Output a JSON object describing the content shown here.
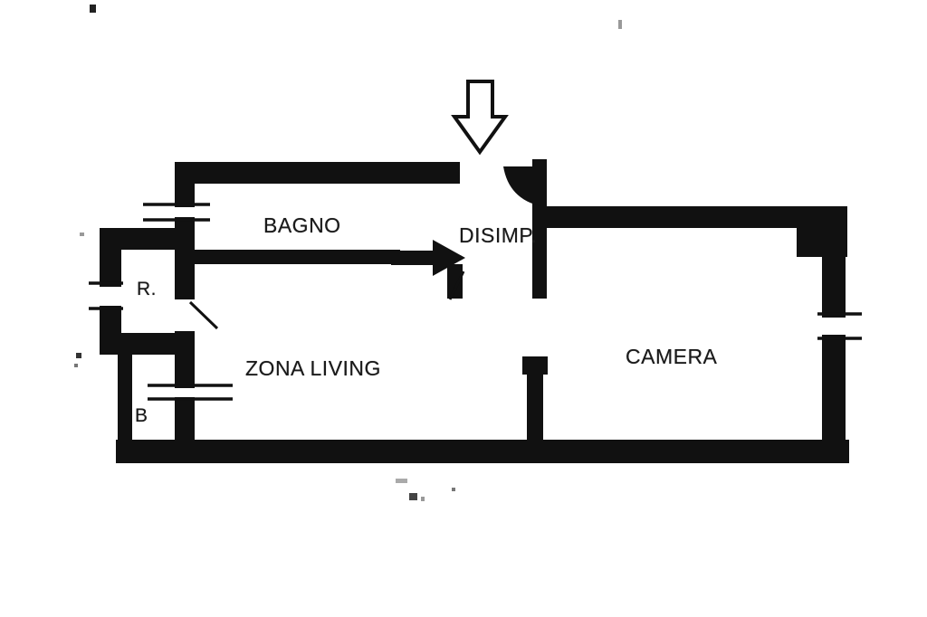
{
  "colors": {
    "ink": "#111111",
    "background": "#ffffff"
  },
  "floor_plan": {
    "type": "apartment-floor-plan",
    "rooms": {
      "bagno": "BAGNO",
      "disimpegno": "DISIMP.",
      "ripostiglio": "R.",
      "zona_living": "ZONA LIVING",
      "locale_b": "B",
      "camera": "CAMERA"
    },
    "icons": {
      "entrance_arrow": "down-arrow-entrance-marker"
    }
  }
}
